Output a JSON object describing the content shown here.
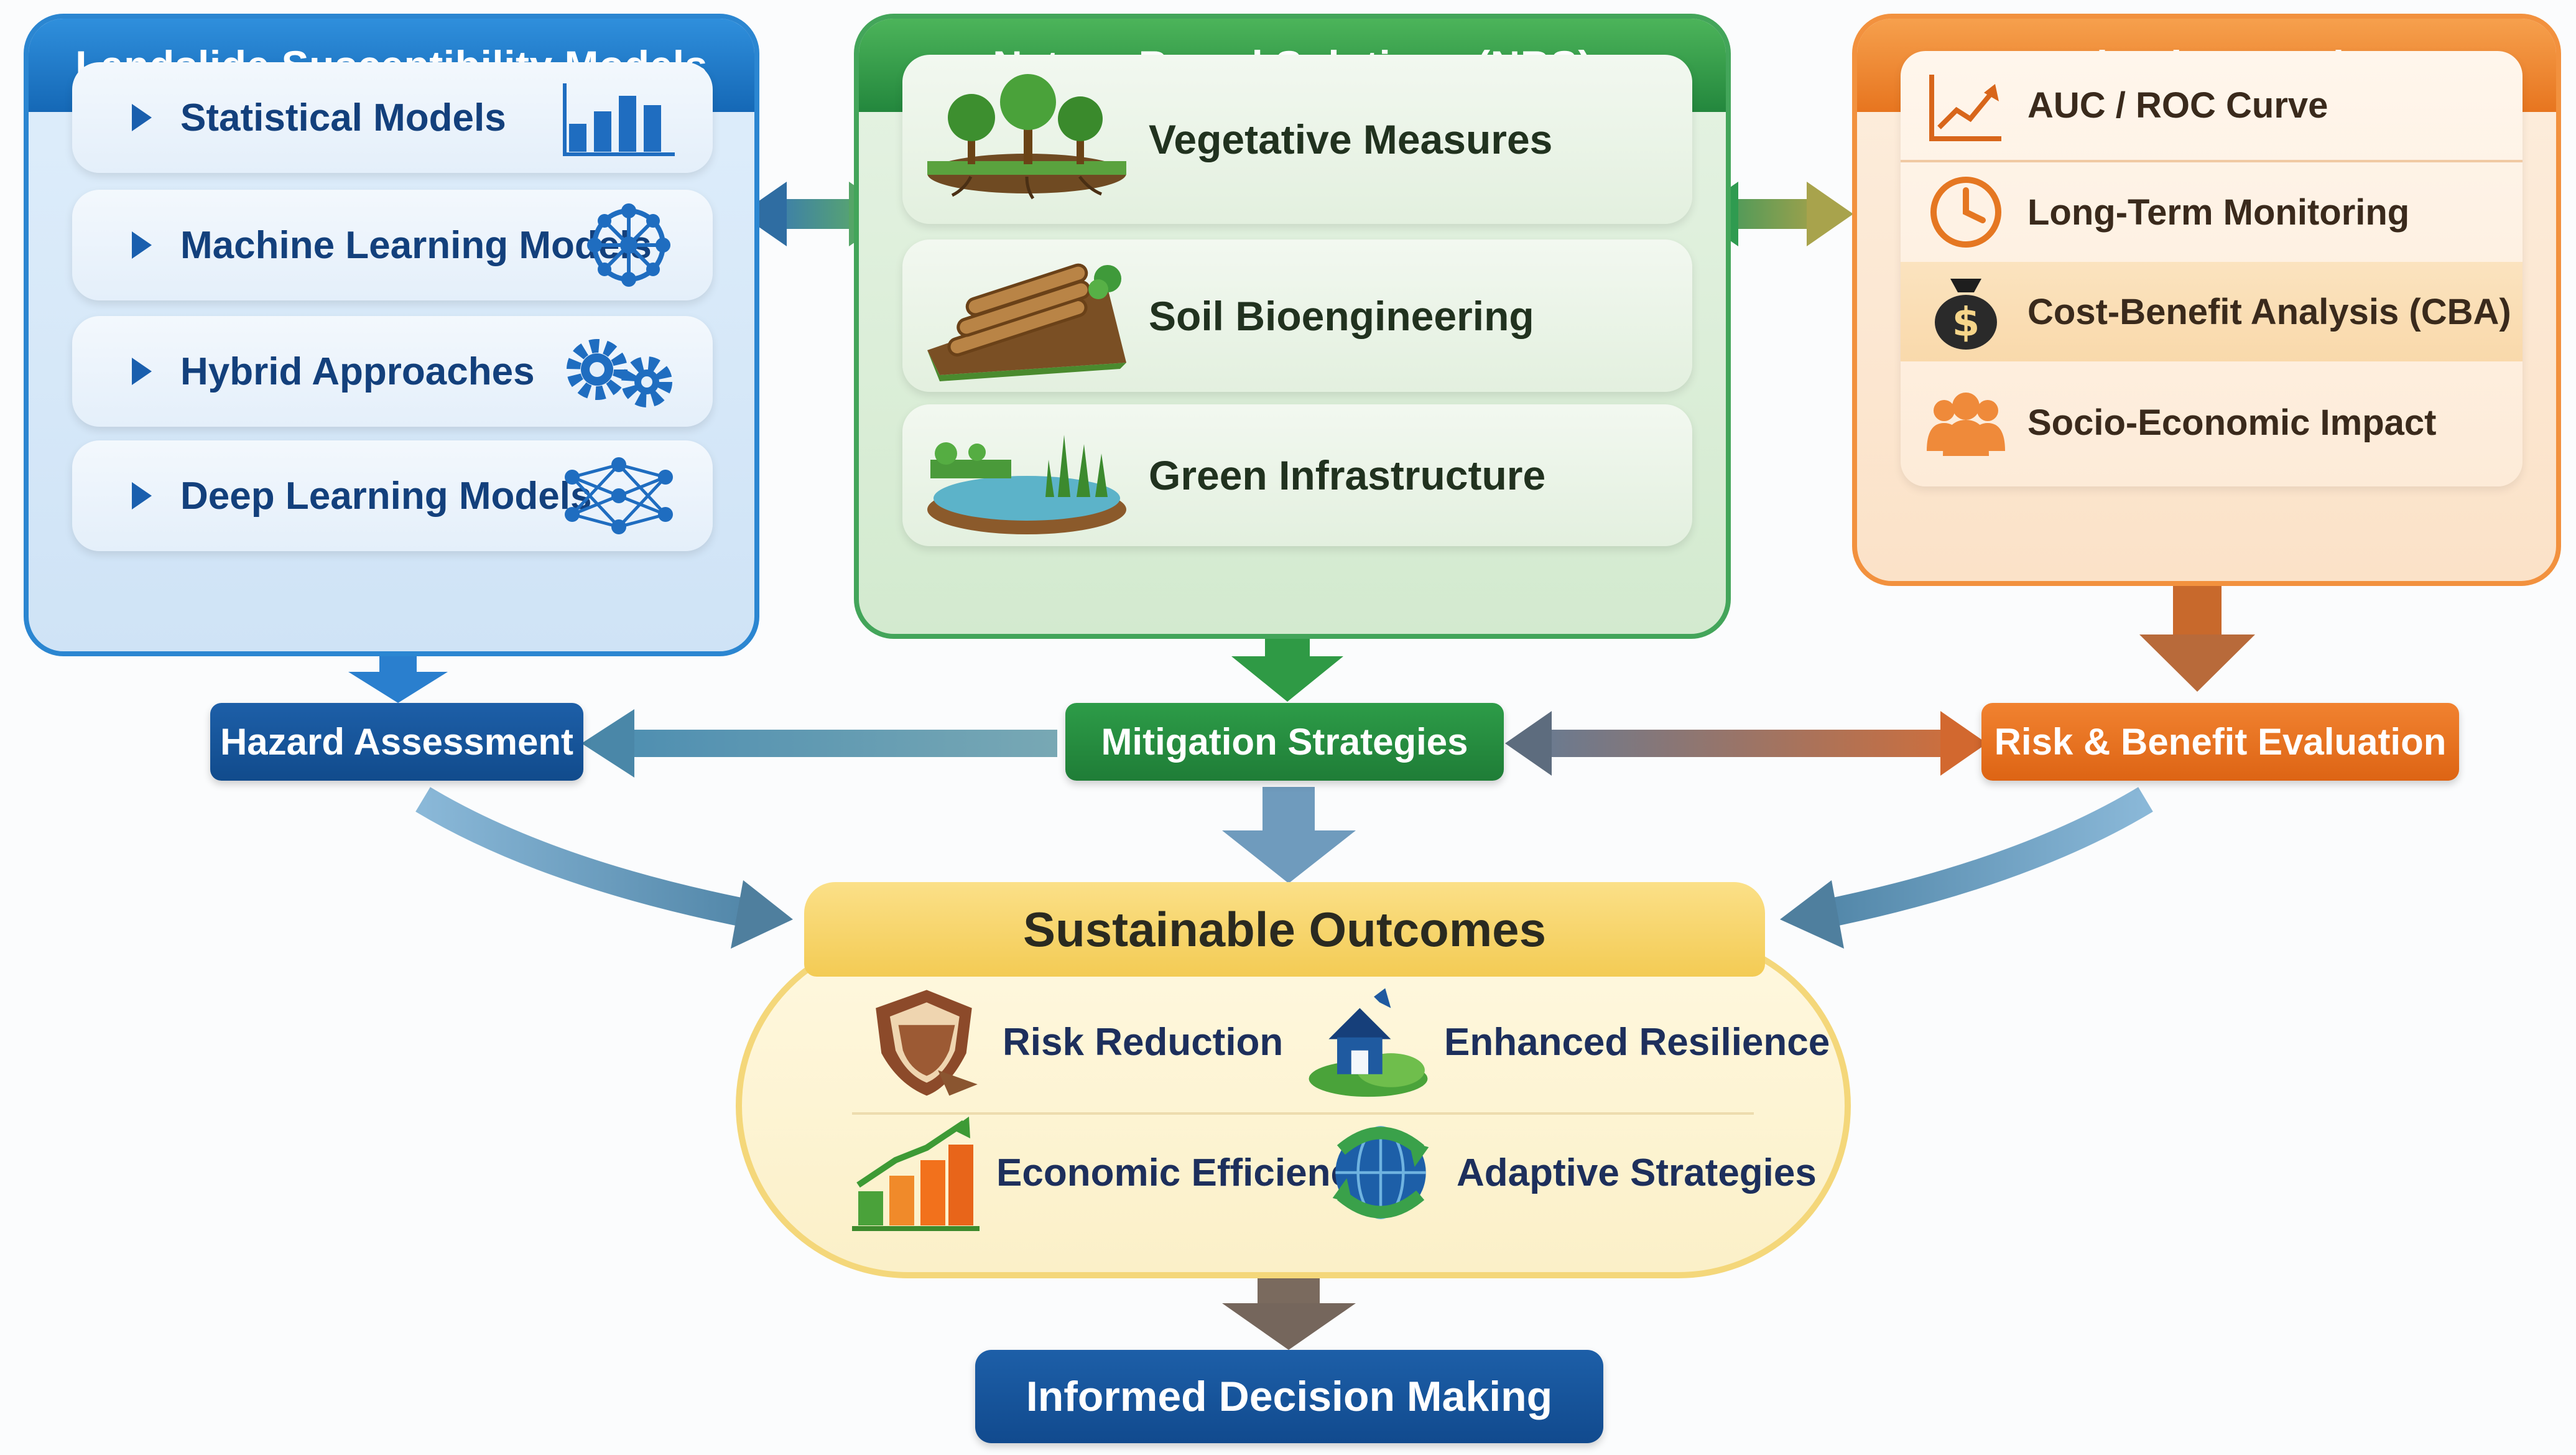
{
  "panels": {
    "models": {
      "title": "Landslide Susceptibility Models",
      "items": [
        {
          "label": "Statistical Models",
          "icon": "bar-chart-icon"
        },
        {
          "label": "Machine Learning Models",
          "icon": "network-icon"
        },
        {
          "label": "Hybrid Approaches",
          "icon": "gears-icon"
        },
        {
          "label": "Deep Learning Models",
          "icon": "neural-net-icon"
        }
      ]
    },
    "nbs": {
      "title": "Nature-Based Solutions (NBS)",
      "items": [
        {
          "label": "Vegetative Measures",
          "icon": "trees-icon"
        },
        {
          "label": "Soil Bioengineering",
          "icon": "log-terrace-icon"
        },
        {
          "label": "Green Infrastructure",
          "icon": "wetland-icon"
        }
      ]
    },
    "metrics": {
      "title": "Evaluation Metrics",
      "items": [
        {
          "label": "AUC / ROC Curve",
          "icon": "line-chart-icon"
        },
        {
          "label": "Long-Term Monitoring",
          "icon": "clock-icon"
        },
        {
          "label": "Cost-Benefit Analysis (CBA)",
          "icon": "money-bag-icon"
        },
        {
          "label": "Socio-Economic Impact",
          "icon": "people-icon"
        }
      ]
    }
  },
  "mid": {
    "hazard": "Hazard Assessment",
    "mitigation": "Mitigation Strategies",
    "risk": "Risk & Benefit Evaluation"
  },
  "outcomes": {
    "title": "Sustainable Outcomes",
    "items": [
      {
        "label": "Risk Reduction",
        "icon": "shield-icon"
      },
      {
        "label": "Enhanced Resilience",
        "icon": "house-hill-icon"
      },
      {
        "label": "Economic Efficiency",
        "icon": "growth-chart-icon"
      },
      {
        "label": "Adaptive Strategies",
        "icon": "globe-arrows-icon"
      }
    ]
  },
  "final": "Informed Decision Making",
  "colors": {
    "blue": "#1a63b0",
    "green": "#2c9447",
    "orange": "#ee7a24",
    "navy": "#114a8e",
    "gold": "#f7dc74"
  }
}
